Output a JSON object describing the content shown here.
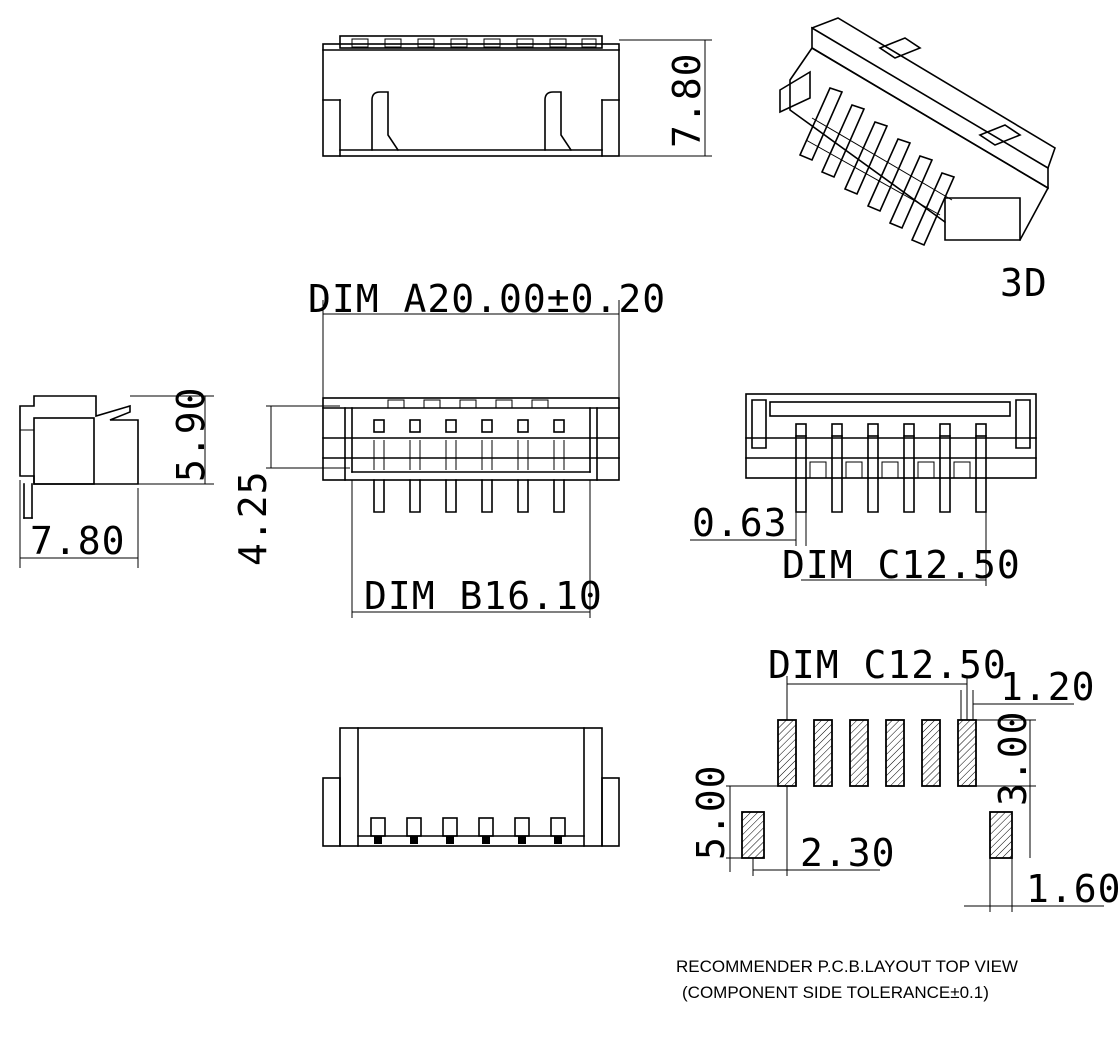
{
  "label_3d": "3D",
  "dims": {
    "side_height": "7.80",
    "dim_a": "DIM A20.00±0.20",
    "height_590": "5.90",
    "depth_780": "7.80",
    "pin_425": "4.25",
    "dim_b": "DIM B16.10",
    "pin_width": "0.63",
    "dim_c_front": "DIM C12.50",
    "dim_c_pcb": "DIM C12.50",
    "pad_width": "1.20",
    "pad_length": "3.00",
    "mount_length": "5.00",
    "mount_offset": "2.30",
    "mount_width": "1.60"
  },
  "note": {
    "line1": "RECOMMENDER P.C.B.LAYOUT TOP VIEW",
    "line2": "(COMPONENT SIDE TOLERANCE±0.1)"
  }
}
